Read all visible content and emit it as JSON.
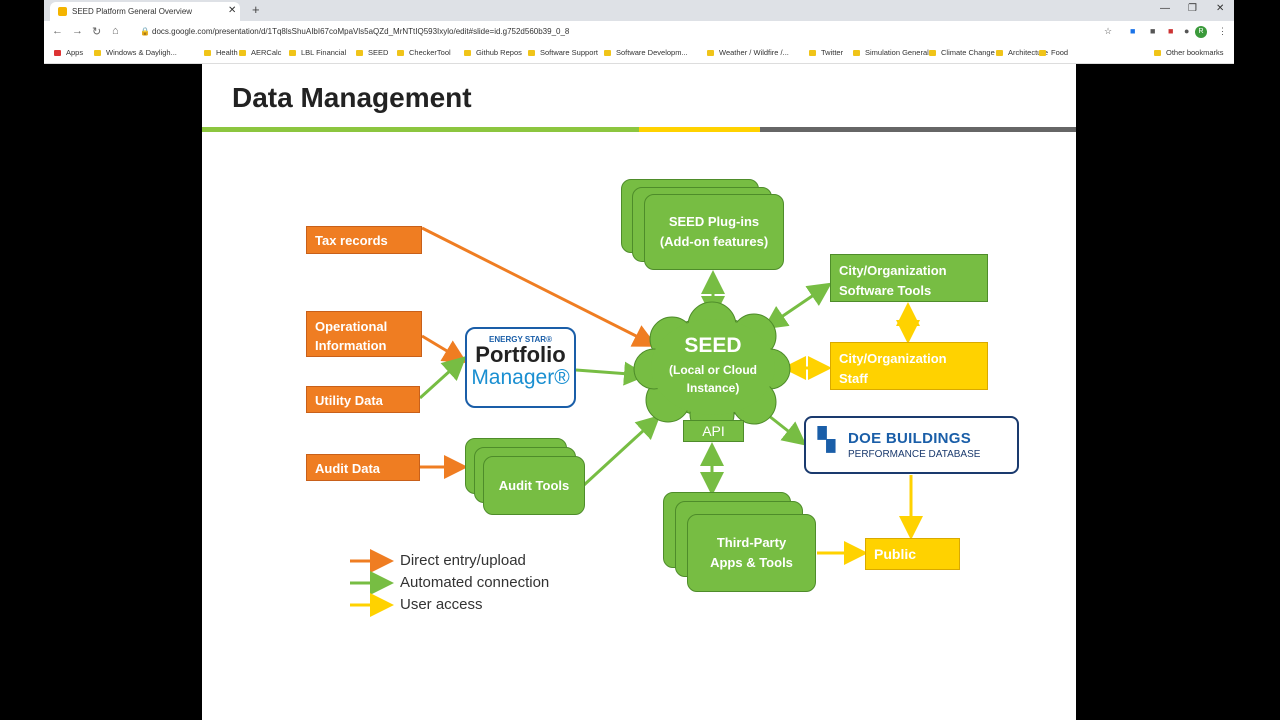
{
  "browser": {
    "tab_title": "SEED Platform General Overview",
    "url": "docs.google.com/presentation/d/1Tq8lsShuAIbI67coMpaVls5aQZd_MrNTtIQ593Ixylo/edit#slide=id.g752d560b39_0_8",
    "avatar_letter": "R",
    "bookmarks": [
      "Apps",
      "Windows & Dayligh...",
      "Health",
      "AERCalc",
      "LBL Financial",
      "SEED",
      "CheckerTool",
      "Github Repos",
      "Software Support",
      "Software Developm...",
      "Weather / Wildfire /...",
      "Twitter",
      "Simulation General",
      "Climate Change",
      "Architecture",
      "Food"
    ],
    "other_bookmarks": "Other bookmarks"
  },
  "slide": {
    "title": "Data Management",
    "sources": {
      "tax": "Tax records",
      "operational": [
        "Operational",
        "Information"
      ],
      "utility": "Utility Data",
      "audit": "Audit Data"
    },
    "portfolio": {
      "top": "ENERGY STAR®",
      "mid": "Portfolio",
      "bottom": "Manager®"
    },
    "audit_tools": "Audit Tools",
    "plugins": [
      "SEED Plug-ins",
      "(Add-on features)"
    ],
    "seed": {
      "title": "SEED",
      "line1": "(Local or Cloud",
      "line2": "Instance)"
    },
    "api": "API",
    "city_tools": [
      "City/Organization",
      "Software Tools"
    ],
    "city_staff": [
      "City/Organization",
      "Staff"
    ],
    "doe": {
      "line1": "DOE BUILDINGS",
      "line2": "PERFORMANCE DATABASE"
    },
    "third_party": [
      "Third-Party",
      "Apps & Tools"
    ],
    "public": "Public",
    "legend": [
      {
        "label": "Direct entry/upload",
        "color": "#ef7d22"
      },
      {
        "label": "Automated connection",
        "color": "#77bd43"
      },
      {
        "label": "User access",
        "color": "#ffd200"
      }
    ]
  },
  "colors": {
    "orange": "#ef7d22",
    "green": "#77bd43",
    "yellow": "#ffd200",
    "blue": "#1a5ea8"
  }
}
